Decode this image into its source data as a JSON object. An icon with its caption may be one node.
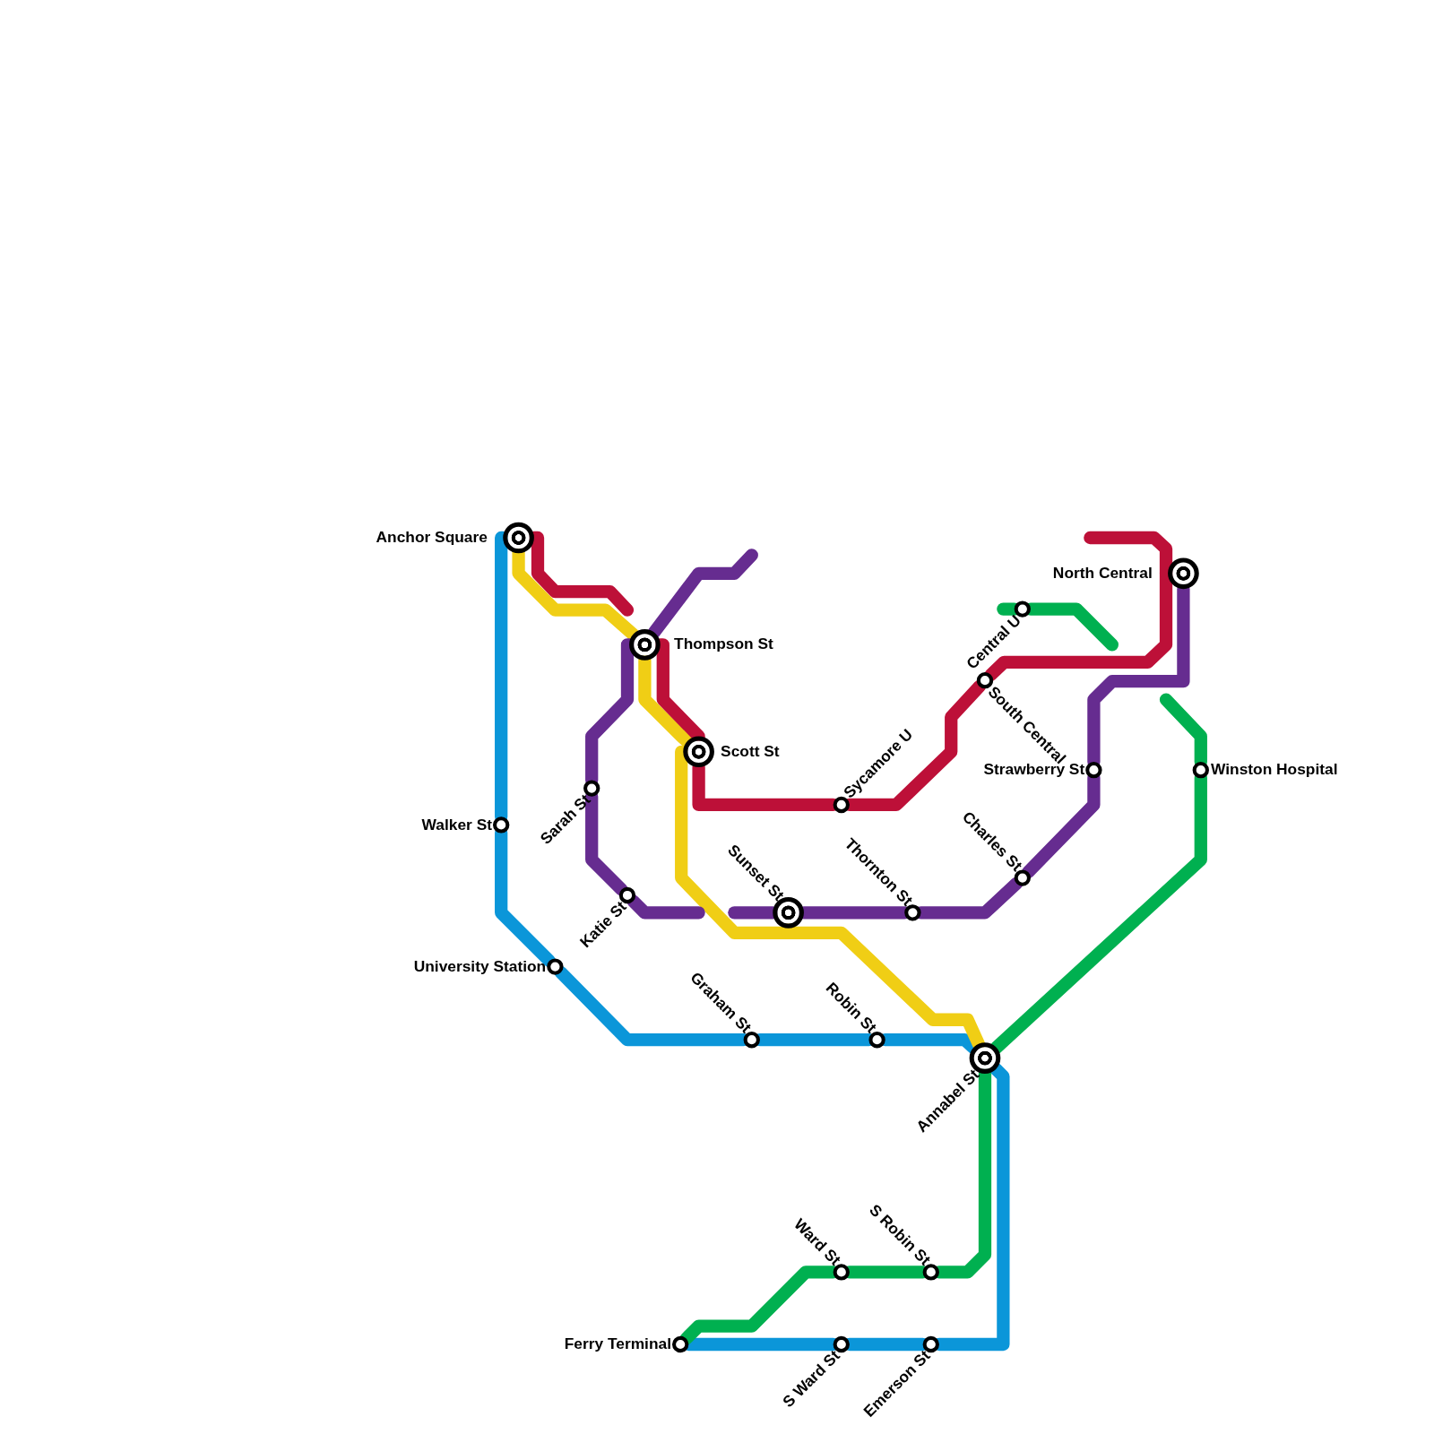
{
  "diagram": {
    "nodes": [
      {
        "text": [
          "Anchor Square"
        ]
      },
      {
        "text": [
          "Walker St"
        ]
      },
      {
        "text": [
          "University Station"
        ]
      },
      {
        "text": [
          "Graham St"
        ]
      },
      {
        "text": [
          "Robin St"
        ]
      },
      {
        "text": [
          "Annabel St"
        ]
      },
      {
        "text": [
          "Emerson St"
        ]
      },
      {
        "text": [
          "S Ward St"
        ]
      },
      {
        "text": [
          "Ferry Terminal"
        ]
      },
      {
        "text": [
          "Thompson St"
        ]
      },
      {
        "text": [
          "Scott St"
        ]
      },
      {
        "text": [
          "Sunset St"
        ]
      },
      {
        "text": [
          "Sycamore U"
        ]
      },
      {
        "text": [
          "South Central"
        ]
      },
      {
        "text": [
          "North Central"
        ]
      },
      {
        "text": [
          "Sarah St"
        ]
      },
      {
        "text": [
          "Katie St"
        ]
      },
      {
        "text": [
          "Thornton St"
        ]
      },
      {
        "text": [
          "Charles St"
        ]
      },
      {
        "text": [
          "Strawberry St"
        ]
      },
      {
        "text": [
          "Ward St"
        ]
      },
      {
        "text": [
          "S Robin St"
        ]
      },
      {
        "text": [
          "Winston Hospital"
        ]
      },
      {
        "text": [
          "Central U"
        ]
      }
    ],
    "edges": [
      {
        "from": 0,
        "to": 1,
        "arrow": "none",
        "color": "#0b96d9"
      },
      {
        "from": 1,
        "to": 2,
        "arrow": "none",
        "color": "#0b96d9"
      },
      {
        "from": 2,
        "to": 3,
        "arrow": "none",
        "color": "#0b96d9"
      },
      {
        "from": 3,
        "to": 4,
        "arrow": "none",
        "color": "#0b96d9"
      },
      {
        "from": 4,
        "to": 5,
        "arrow": "none",
        "color": "#0b96d9"
      },
      {
        "from": 5,
        "to": 6,
        "arrow": "none",
        "color": "#0b96d9"
      },
      {
        "from": 6,
        "to": 7,
        "arrow": "none",
        "color": "#0b96d9"
      },
      {
        "from": 7,
        "to": 8,
        "arrow": "none",
        "color": "#0b96d9"
      },
      {
        "from": 0,
        "to": 9,
        "arrow": "none",
        "color": "#f0ce15"
      },
      {
        "from": 9,
        "to": 10,
        "arrow": "none",
        "color": "#f0ce15"
      },
      {
        "from": 10,
        "to": 11,
        "arrow": "none",
        "color": "#f0ce15"
      },
      {
        "from": 11,
        "to": 5,
        "arrow": "none",
        "color": "#f0ce15"
      },
      {
        "from": 0,
        "to": null,
        "arrow": "none",
        "color": "#bd1038"
      },
      {
        "from": 9,
        "to": 10,
        "arrow": "none",
        "color": "#bd1038"
      },
      {
        "from": 10,
        "to": 12,
        "arrow": "none",
        "color": "#bd1038"
      },
      {
        "from": 12,
        "to": 13,
        "arrow": "none",
        "color": "#bd1038"
      },
      {
        "from": 13,
        "to": 14,
        "arrow": "none",
        "color": "#bd1038"
      },
      {
        "from": 14,
        "to": null,
        "arrow": "none",
        "color": "#bd1038"
      },
      {
        "from": null,
        "to": 9,
        "arrow": "none",
        "color": "#662c90"
      },
      {
        "from": 9,
        "to": 15,
        "arrow": "none",
        "color": "#662c90"
      },
      {
        "from": 15,
        "to": 16,
        "arrow": "none",
        "color": "#662c90"
      },
      {
        "from": 16,
        "to": null,
        "arrow": "none",
        "color": "#662c90"
      },
      {
        "from": null,
        "to": 11,
        "arrow": "none",
        "color": "#662c90"
      },
      {
        "from": 11,
        "to": 17,
        "arrow": "none",
        "color": "#662c90"
      },
      {
        "from": 17,
        "to": 18,
        "arrow": "none",
        "color": "#662c90"
      },
      {
        "from": 18,
        "to": 19,
        "arrow": "none",
        "color": "#662c90"
      },
      {
        "from": 19,
        "to": 14,
        "arrow": "none",
        "color": "#662c90"
      },
      {
        "from": 8,
        "to": 20,
        "arrow": "none",
        "color": "#00b050"
      },
      {
        "from": 20,
        "to": 21,
        "arrow": "none",
        "color": "#00b050"
      },
      {
        "from": 21,
        "to": 5,
        "arrow": "none",
        "color": "#00b050"
      },
      {
        "from": 5,
        "to": 22,
        "arrow": "none",
        "color": "#00b050"
      },
      {
        "from": 22,
        "to": null,
        "arrow": "none",
        "color": "#00b050"
      },
      {
        "from": null,
        "to": 23,
        "arrow": "none",
        "color": "#00b050"
      },
      {
        "from": 23,
        "to": null,
        "arrow": "none",
        "color": "#00b050"
      }
    ]
  }
}
